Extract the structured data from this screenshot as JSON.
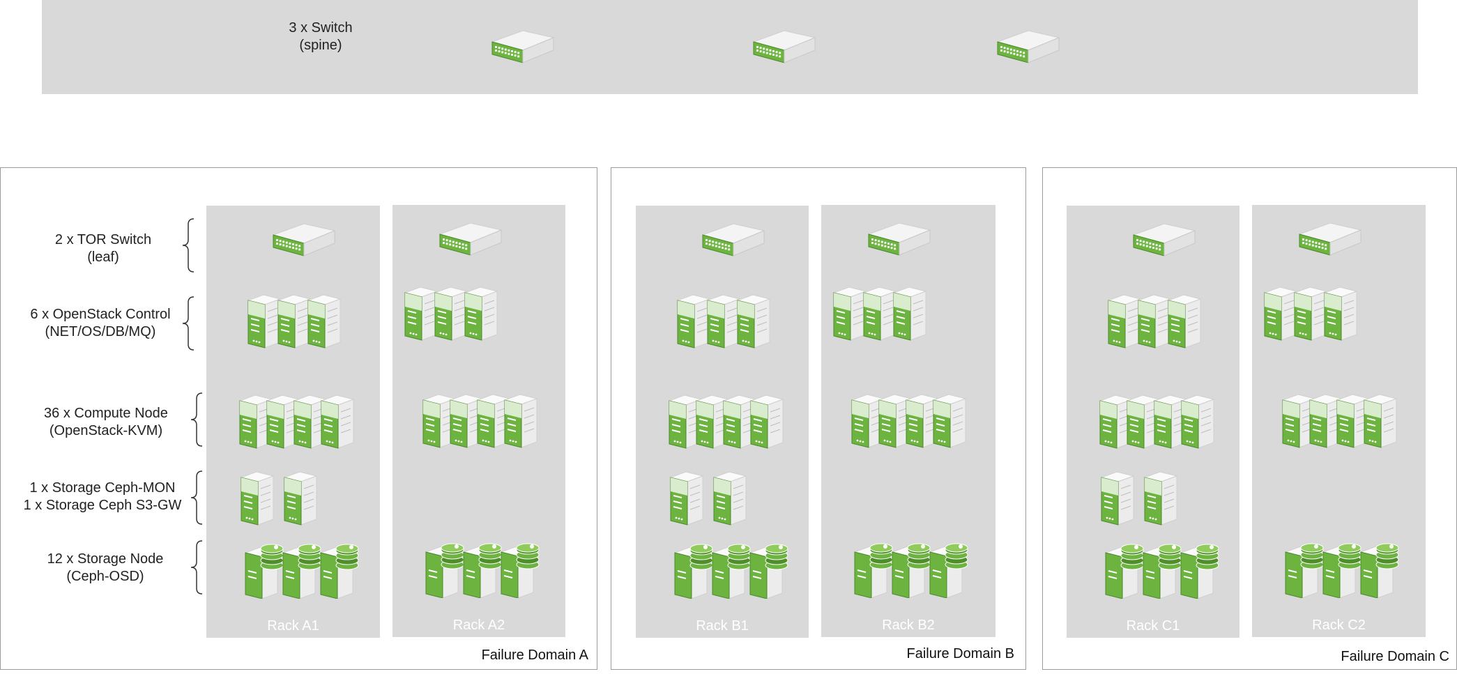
{
  "spine": {
    "count_label": "3 x Switch",
    "role_label": "(spine)"
  },
  "roles": [
    {
      "line1": "2 x TOR Switch",
      "line2": "(leaf)"
    },
    {
      "line1": "6 x OpenStack Control",
      "line2": "(NET/OS/DB/MQ)"
    },
    {
      "line1": "36 x Compute Node",
      "line2": "(OpenStack-KVM)"
    },
    {
      "line1": "1 x Storage Ceph-MON",
      "line2": "1 x Storage Ceph S3-GW"
    },
    {
      "line1": "12 x Storage Node",
      "line2": "(Ceph-OSD)"
    }
  ],
  "domains": [
    {
      "label": "Failure Domain A",
      "racks": [
        "Rack A1",
        "Rack A2"
      ]
    },
    {
      "label": "Failure Domain B",
      "racks": [
        "Rack B1",
        "Rack B2"
      ]
    },
    {
      "label": "Failure Domain C",
      "racks": [
        "Rack C1",
        "Rack C2"
      ]
    }
  ],
  "colors": {
    "band": "#d9d9d9",
    "green": "#6cb33f",
    "green_dark": "#4f8f2a",
    "server_body": "#ececec"
  },
  "icons": {
    "switch": "network-switch-icon",
    "server": "server-icon",
    "storage": "storage-server-icon"
  }
}
